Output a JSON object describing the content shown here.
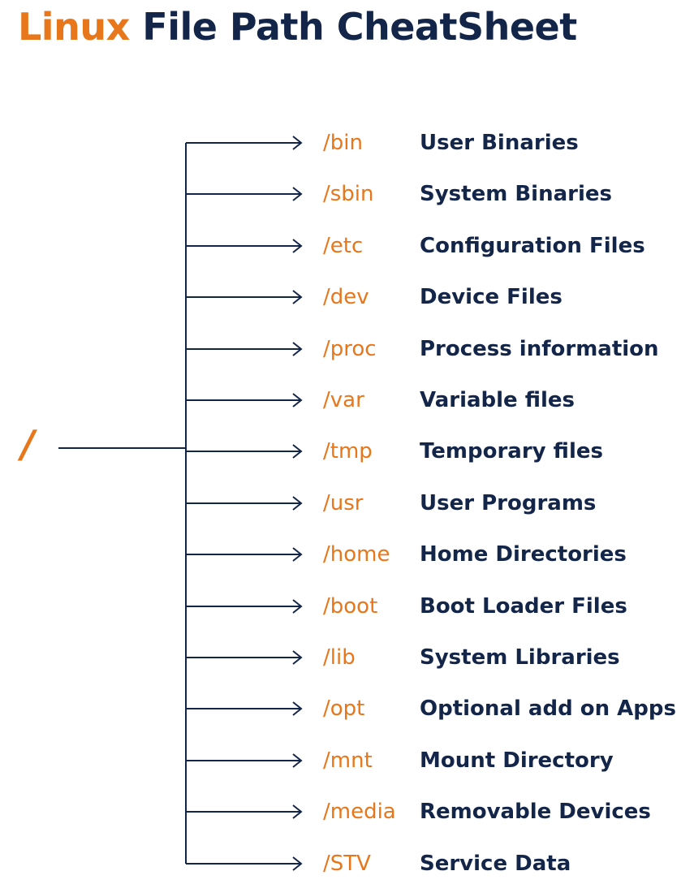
{
  "title": {
    "part1": "Linux",
    "part2": "File Path CheatSheet"
  },
  "root_label": "/",
  "colors": {
    "accent": "#e8761b",
    "text": "#14254a",
    "line": "#14254a"
  },
  "entries": [
    {
      "path": "/bin",
      "description": "User Binaries"
    },
    {
      "path": "/sbin",
      "description": "System Binaries"
    },
    {
      "path": "/etc",
      "description": "Configuration Files"
    },
    {
      "path": "/dev",
      "description": "Device Files"
    },
    {
      "path": "/proc",
      "description": "Process information"
    },
    {
      "path": "/var",
      "description": "Variable files"
    },
    {
      "path": "/tmp",
      "description": "Temporary files"
    },
    {
      "path": "/usr",
      "description": "User Programs"
    },
    {
      "path": "/home",
      "description": "Home Directories"
    },
    {
      "path": "/boot",
      "description": "Boot Loader Files"
    },
    {
      "path": "/lib",
      "description": "System Libraries"
    },
    {
      "path": "/opt",
      "description": "Optional add on Apps"
    },
    {
      "path": "/mnt",
      "description": "Mount Directory"
    },
    {
      "path": "/media",
      "description": "Removable Devices"
    },
    {
      "path": "/STV",
      "description": "Service Data"
    }
  ]
}
